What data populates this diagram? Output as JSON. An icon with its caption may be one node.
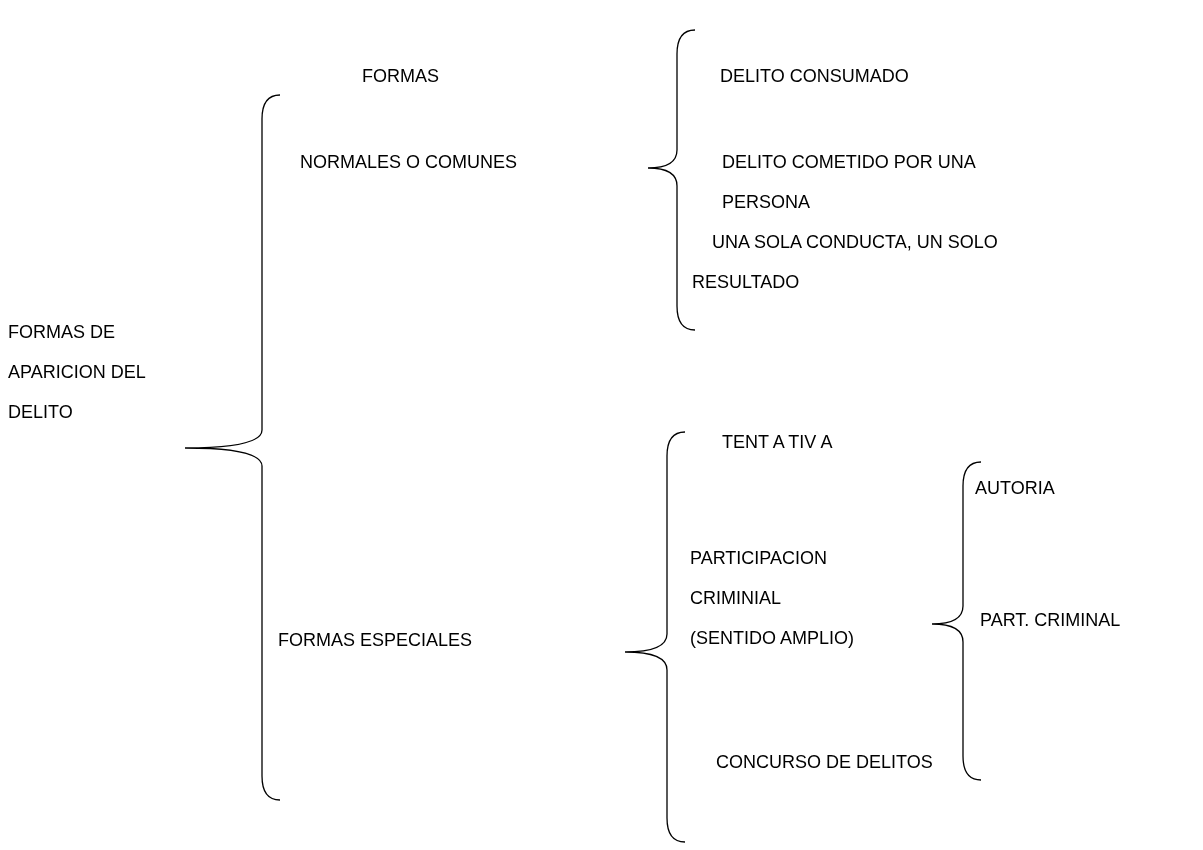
{
  "diagram": {
    "labels": [
      "FORMAS",
      "DELITO CONSUMADO",
      "NORMALES O COMUNES",
      "DELITO COMETIDO POR UNA PERSONA",
      "UNA SOLA CONDUCTA, UN SOLO RESULTADO",
      "FORMAS DE APARICION DEL DELITO",
      "TENT A TIV A",
      "AUTORIA",
      "PARTICIPACION CRIMINIAL (SENTIDO AMPLIO)",
      "FORMAS ESPECIALES",
      "PART. CRIMINAL",
      "CONCURSO DE DELITOS"
    ]
  }
}
